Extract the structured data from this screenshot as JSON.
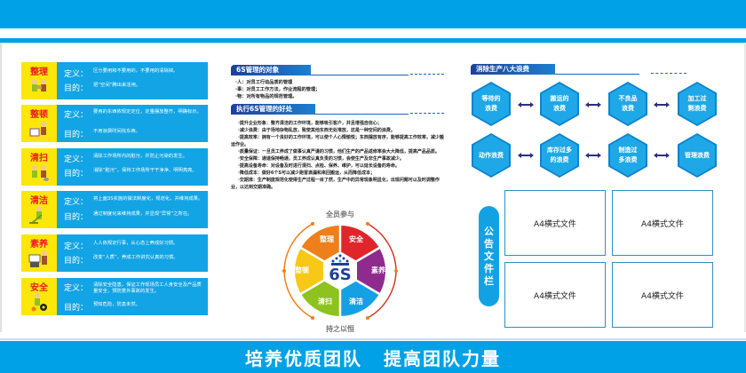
{
  "sixs_cards": [
    {
      "title": "整理",
      "def_label": "定义：",
      "def": "区分要用和不要用的，不要用的清除掉。",
      "purpose_label": "目的：",
      "purpose": "把“空间”腾出来活用。"
    },
    {
      "title": "整顿",
      "def_label": "定义：",
      "def": "要用的东西依规定定位，定量摆放整齐，明确标示。",
      "purpose_label": "目的：",
      "purpose": "不用浪费时间找东西。"
    },
    {
      "title": "清扫",
      "def_label": "定义：",
      "def": "清除工作场所内的脏污，并防止污染的发生。",
      "purpose_label": "目的：",
      "purpose": "消除“脏污”，保持工作场所干干净净、明明亮亮。"
    },
    {
      "title": "清洁",
      "def_label": "定义：",
      "def": "将上面3S实施的做法制度化，规范化，并维持成果。",
      "purpose_label": "目的：",
      "purpose": "通过制度化来维持成果，并显现“异常”之所在。"
    },
    {
      "title": "素养",
      "def_label": "定义：",
      "def": "人人依规定行事，从心态上养成好习惯。",
      "purpose_label": "目的：",
      "purpose": "改变“人质”，养成工作讲究认真的习惯。"
    },
    {
      "title": "安全",
      "def_label": "定义：",
      "def": "清除安全隐患，保证工作现场员工人身安全及产品质量安全，预防意外事故的发生。",
      "purpose_label": "目的：",
      "purpose": "预知危险，防患未然。"
    }
  ],
  "objects_section": {
    "title": "6S管理的对象",
    "items": [
      "·人：对员工行动品质的管理",
      "·事：对员工工作方法，作业流程的管理；",
      "·物：对所有物品的规范管理。"
    ]
  },
  "benefits_section": {
    "title": "执行6S管理的好处",
    "items": [
      "·提升企业形象：整齐清洁的工作环境，能够吸引客户，并且增强自信心；",
      "·减少浪费：由于场地杂物乱放，致使其他东西无处堆放，这是一种空间的浪费。",
      "·提高效率：拥有一个良好的工作环境，可以使个人心情愉悦；东西摆放有序，能够提高工作效率，减少搬运作业。",
      "·质量保证：一旦员工养成了做事认真严谨的习惯，他们生产的产品返修率会大大降低，提高产品品质。",
      "·安全保障：通道保持畅通，员工养成认真负责的习惯，会使生产及非生产事故减少。",
      "·提高设备寿命：对设备及时进行清扫、点检、保养、维护，可以延长设备的寿命。",
      "·降低成本：做好6个S可以减少跑冒滴漏和来回搬运，从而降低成本；",
      "·交期准：生产制度规范化使得生产过程一目了然，生产中的异常现象明显化，出现问题可以及时调整作业，以达到交期准确。"
    ]
  },
  "wheel": {
    "top_label": "全员参与",
    "bottom_label": "持之以恒",
    "center": "6S",
    "segments": [
      {
        "label": "整理",
        "color": "#ee7f1a"
      },
      {
        "label": "安全",
        "color": "#e0262b"
      },
      {
        "label": "素养",
        "color": "#8e2b8d"
      },
      {
        "label": "清洁",
        "color": "#15a0e3"
      },
      {
        "label": "清扫",
        "color": "#8dc21f"
      },
      {
        "label": "整顿",
        "color": "#f7c815"
      }
    ]
  },
  "waste_section": {
    "title": "消除生产八大浪费",
    "row1": [
      "等待的\n浪费",
      "搬运的\n浪费",
      "不良品\n浪费",
      "加工过\n剩浪费"
    ],
    "row2": [
      "动作浪费",
      "库存过多\n的浪费",
      "制造过\n多浪费",
      "管理浪费"
    ]
  },
  "notice_board": {
    "title_chars": [
      "公",
      "告",
      "文",
      "件",
      "栏"
    ],
    "docs": [
      "A4横式文件",
      "A4横式文件",
      "A4横式文件",
      "A4横式文件"
    ]
  },
  "slogan": [
    "培养优质团队",
    "提高团队力量"
  ],
  "colors": {
    "brand_blue": "#00a1e6",
    "yellow": "#fde60a",
    "red": "#e5201b",
    "navy": "#1f3f9a"
  }
}
